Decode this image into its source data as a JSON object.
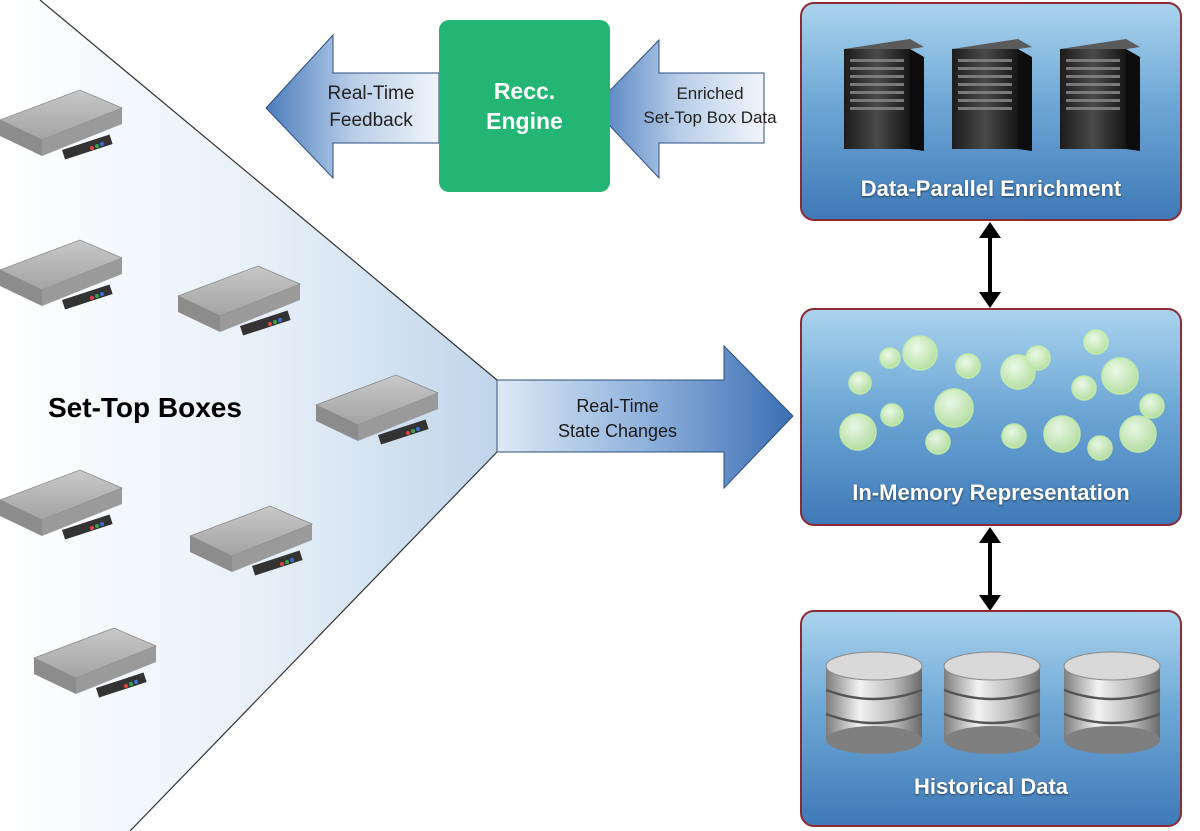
{
  "title": "Set-Top Boxes",
  "engine": {
    "line1": "Recc.",
    "line2": "Engine"
  },
  "arrows": {
    "feedback": {
      "line1": "Real-Time",
      "line2": "Feedback"
    },
    "enriched": {
      "line1": "Enriched",
      "line2": "Set-Top Box Data"
    },
    "state": {
      "line1": "Real-Time",
      "line2": "State Changes"
    }
  },
  "panels": [
    {
      "label": "Data-Parallel Enrichment",
      "icon": "server-icon"
    },
    {
      "label": "In-Memory Representation",
      "icon": "memory-bubbles-icon"
    },
    {
      "label": "Historical Data",
      "icon": "database-icon"
    }
  ],
  "colors": {
    "engine": "#22b573",
    "panel_border": "#8d2a33",
    "arrow_blue": "#4a7fbe"
  }
}
